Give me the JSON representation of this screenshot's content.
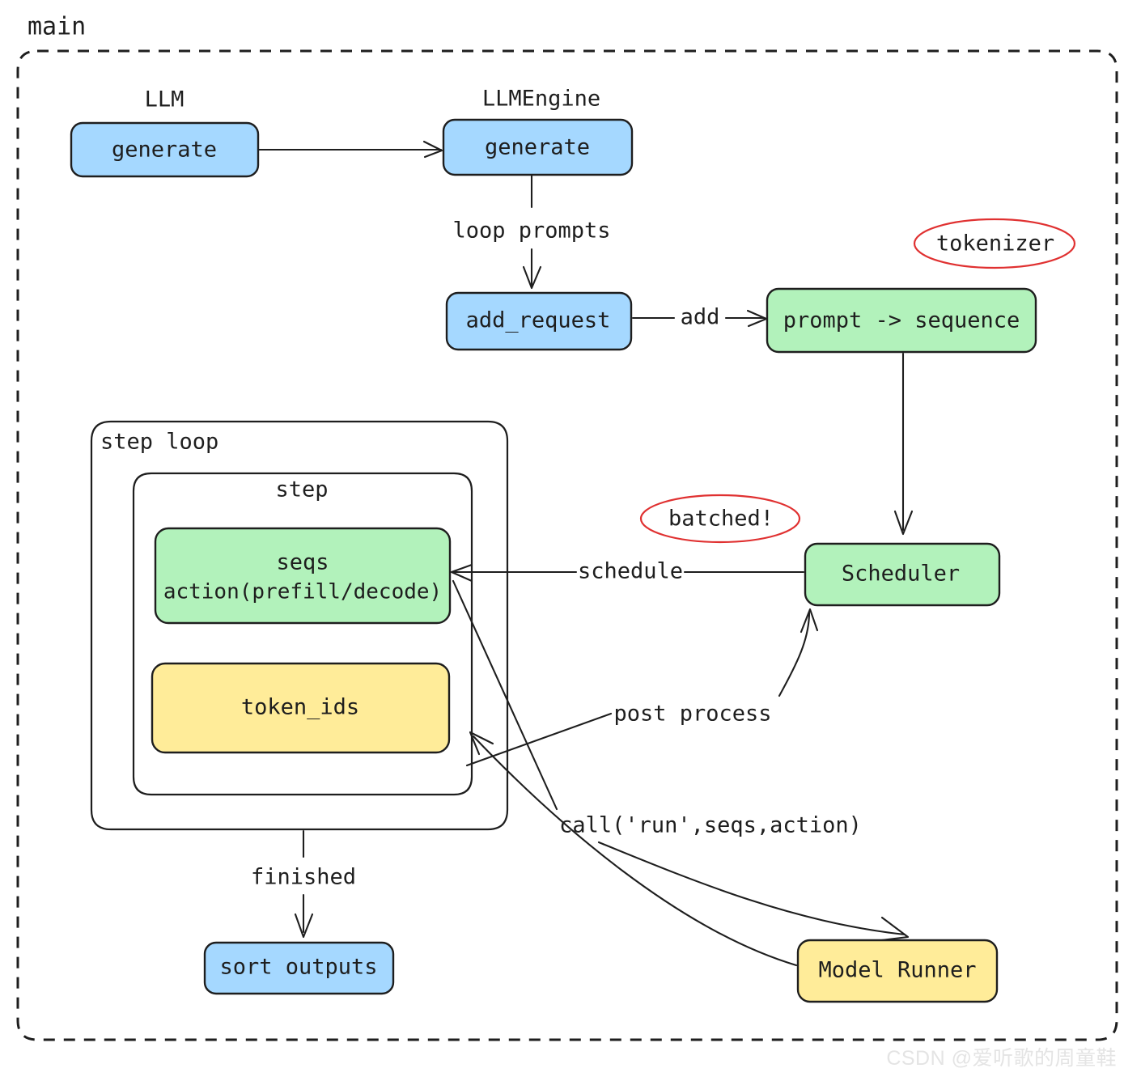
{
  "diagram": {
    "title": "main",
    "frame": {
      "style": "dashed",
      "color": "#1e1e1e"
    },
    "colors": {
      "blue_fill": "#a5d8ff",
      "green_fill": "#b2f2bb",
      "yellow_fill": "#ffec99",
      "stroke": "#1e1e1e",
      "bubble_stroke": "#e03131",
      "background": "#ffffff"
    },
    "group_labels": {
      "llm": "LLM",
      "llmengine": "LLMEngine",
      "step_loop": "step loop",
      "step": "step"
    },
    "nodes": [
      {
        "id": "llm-generate",
        "label": "generate",
        "fill": "blue"
      },
      {
        "id": "llmengine-generate",
        "label": "generate",
        "fill": "blue"
      },
      {
        "id": "add-request",
        "label": "add_request",
        "fill": "blue"
      },
      {
        "id": "prompt-to-sequence",
        "label": "prompt -> sequence",
        "fill": "green"
      },
      {
        "id": "seqs",
        "label_line1": "seqs",
        "label_line2": "action(prefill/decode)",
        "fill": "green"
      },
      {
        "id": "token-ids",
        "label": "token_ids",
        "fill": "yellow"
      },
      {
        "id": "scheduler",
        "label": "Scheduler",
        "fill": "green"
      },
      {
        "id": "model-runner",
        "label": "Model Runner",
        "fill": "yellow"
      },
      {
        "id": "sort-outputs",
        "label": "sort outputs",
        "fill": "blue"
      }
    ],
    "bubbles": [
      {
        "id": "tokenizer-bubble",
        "label": "tokenizer"
      },
      {
        "id": "batched-bubble",
        "label": "batched!"
      }
    ],
    "edge_labels": {
      "loop_prompts": "loop prompts",
      "add": "add",
      "schedule": "schedule",
      "post_process": "post process",
      "call_run": "call('run',seqs,action)",
      "finished": "finished"
    }
  },
  "watermark": "CSDN @爱听歌的周童鞋"
}
